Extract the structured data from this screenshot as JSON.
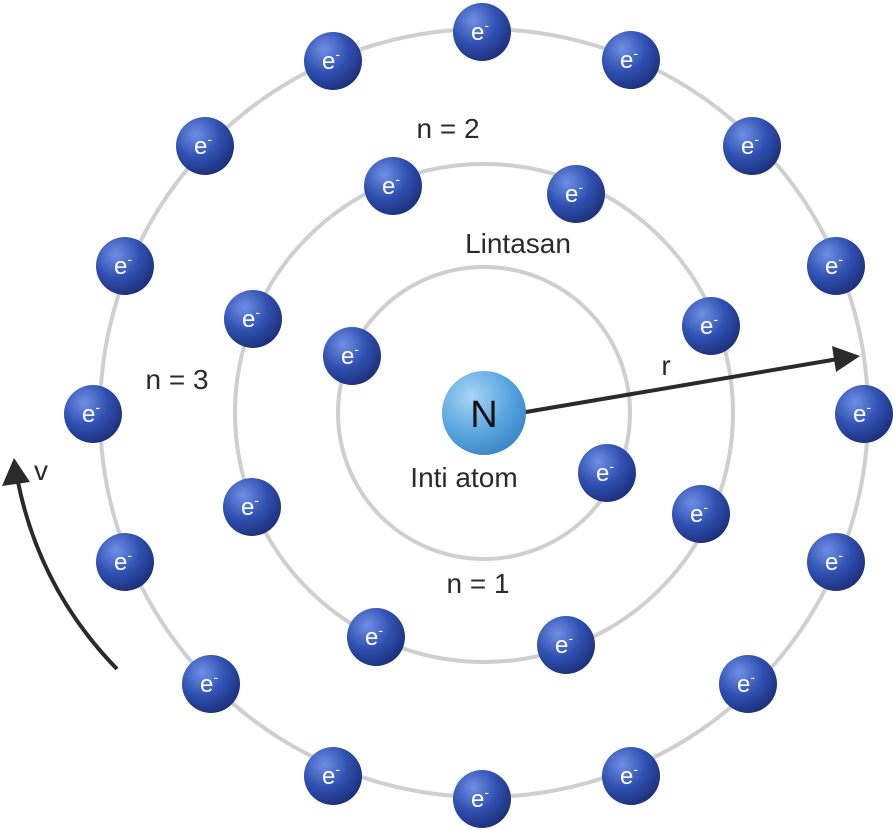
{
  "nucleus": {
    "symbol": "N",
    "label": "Inti atom"
  },
  "orbit_labels": {
    "n1": "n = 1",
    "n2": "n = 2",
    "n3": "n = 3"
  },
  "path_label": "Lintasan",
  "radius_label": "r",
  "velocity_label": "v",
  "electron": {
    "symbol": "e",
    "superscript": "-"
  },
  "colors": {
    "electron": "#2f4fb0",
    "nucleus": "#5aa6e0",
    "orbit": "#cfcfcf",
    "arrow": "#2a2a2a"
  }
}
